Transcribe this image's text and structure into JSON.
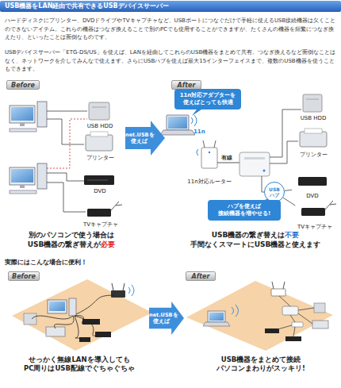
{
  "diagram": {
    "title": "USB機器をLAN経由で共有できるUSBデバイスサーバー",
    "nodes": [
      {
        "text": [
          "Before"
        ]
      },
      {
        "text": [
          "After"
        ]
      },
      {
        "text": [
          "USB HDD"
        ]
      },
      {
        "text": [
          "プリンター"
        ]
      },
      {
        "text": [
          "DVD"
        ]
      },
      {
        "text": [
          "TVキャプチャ"
        ]
      },
      {
        "text": [
          "net.USBを 使えば"
        ]
      },
      {
        "text": [
          "11n対応アダプターを 使えばとっても快適"
        ]
      },
      {
        "text": [
          "11n対応ルーター"
        ]
      },
      {
        "text": [
          "USB HDD"
        ]
      },
      {
        "text": [
          "プリンター"
        ]
      },
      {
        "text": [
          "USB ハブ"
        ]
      },
      {
        "text": [
          "DVD"
        ]
      },
      {
        "text": [
          "TVキャプチャ"
        ]
      },
      {
        "text": [
          "ハブを使えば 接続機器を増やせる!"
        ]
      },
      {
        "text": [
          "Before"
        ]
      },
      {
        "text": [
          "After"
        ]
      },
      {
        "text": [
          "net.USBを 使えば"
        ]
      }
    ],
    "edges": [
      {
        "from": 11,
        "to": 12,
        "arrow": "none"
      },
      {
        "from": 11,
        "to": 13,
        "arrow": "none"
      }
    ],
    "labels": [
      "ハードディスクにプリンター、DVDドライブやTVキャプチャなど、USBポートにつなぐだけで手軽に使えるUSB接続機器は欠くことのできないアイテム。これらの機器はつなぎ換えることで別のPCでも使用することができますが、たくさんの機器を頻繁につなぎ換えたり、といったことは面倒なものです。",
      "USBデバイスサーバー「ETG-DS/US」を使えば、LANを経由してこれらのUSB機器をまとめて共有。つなぎ換えるなど面倒なことはなく、ネットワークを介してみんなで使えます。さらにUSBハブを使えば最大15インターフェイスまで、複数のUSB機器を使うこともできます。",
      "11n",
      "有線",
      "別のパソコンで使う場合は",
      "USB機器の繋ぎ替えが",
      "必要",
      "USB機器の繋ぎ替えは",
      "不要",
      "手間なくスマートにUSB機器と使えます",
      "実際にはこんな場合に便利！",
      "せっかく無線LANを導入しても PC周りはUSB配線でぐちゃぐちゃ",
      "USB機器をまとめて接続 パソコンまわりがスッキリ!"
    ]
  }
}
